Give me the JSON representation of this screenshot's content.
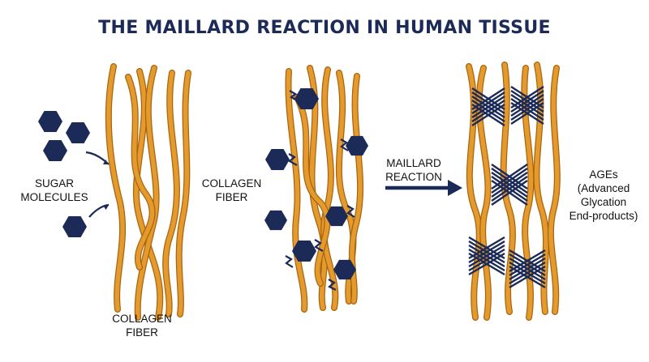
{
  "title": "THE MAILLARD REACTION IN HUMAN TISSUE",
  "labels": {
    "sugar_molecules": [
      "SUGAR",
      "MOLECULES"
    ],
    "collagen_fiber_bottom": [
      "COLLAGEN",
      "FIBER"
    ],
    "collagen_fiber_middle": [
      "COLLAGEN",
      "FIBER"
    ],
    "maillard_reaction": [
      "MAILLARD",
      "REACTION"
    ],
    "ages": [
      "AGEs",
      "(Advanced",
      "Glycation",
      "End-products)"
    ]
  },
  "colors": {
    "fiber_fill": "#E59A2E",
    "fiber_outline": "#A8650F",
    "molecule": "#1B2A57",
    "arrow": "#1B2A57",
    "title": "#1B2A57",
    "crosslink": "#1B2A57"
  },
  "icons": {
    "sugar": "hexagon-icon",
    "bond": "zigzag-bond-icon",
    "crosslink": "crosslink-mesh-icon",
    "reaction_arrow": "arrow-right-icon"
  }
}
